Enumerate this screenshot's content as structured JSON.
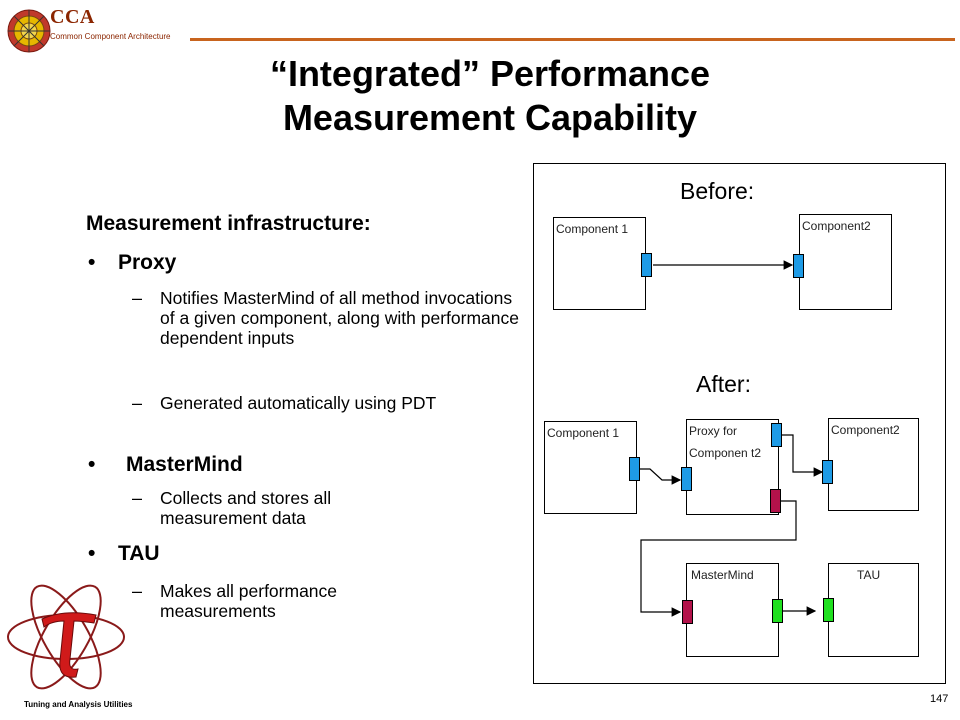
{
  "header": {
    "logo_text": "CCA",
    "logo_subtitle": "Common Component Architecture"
  },
  "title": {
    "line1": "“Integrated” Performance",
    "line2": "Measurement Capability"
  },
  "content": {
    "heading": "Measurement infrastructure:",
    "bullets": [
      {
        "label": "Proxy",
        "subitems": [
          "Notifies MasterMind of all method invocations of a given component, along with performance dependent inputs",
          "Generated automatically using PDT"
        ]
      },
      {
        "label": "MasterMind",
        "subitems": [
          "Collects and stores all measurement data"
        ]
      },
      {
        "label": "TAU",
        "subitems": [
          "Makes all performance measurements"
        ]
      }
    ],
    "bullet_symbol": "•",
    "dash_symbol": "–"
  },
  "diagram": {
    "before_label": "Before:",
    "after_label": "After:",
    "before": {
      "component1": "Component 1",
      "component2": "Component2"
    },
    "after": {
      "component1": "Component 1",
      "proxy": "Proxy for Componen t2",
      "component2": "Component2",
      "mastermind": "MasterMind",
      "tau": "TAU"
    },
    "colors": {
      "uses_port": "#1e9be6",
      "mastermind_port": "#b3124a",
      "tau_port": "#20e020"
    }
  },
  "footer": {
    "tau_logo_text": "Tuning and Analysis Utilities",
    "page_number": "147"
  }
}
